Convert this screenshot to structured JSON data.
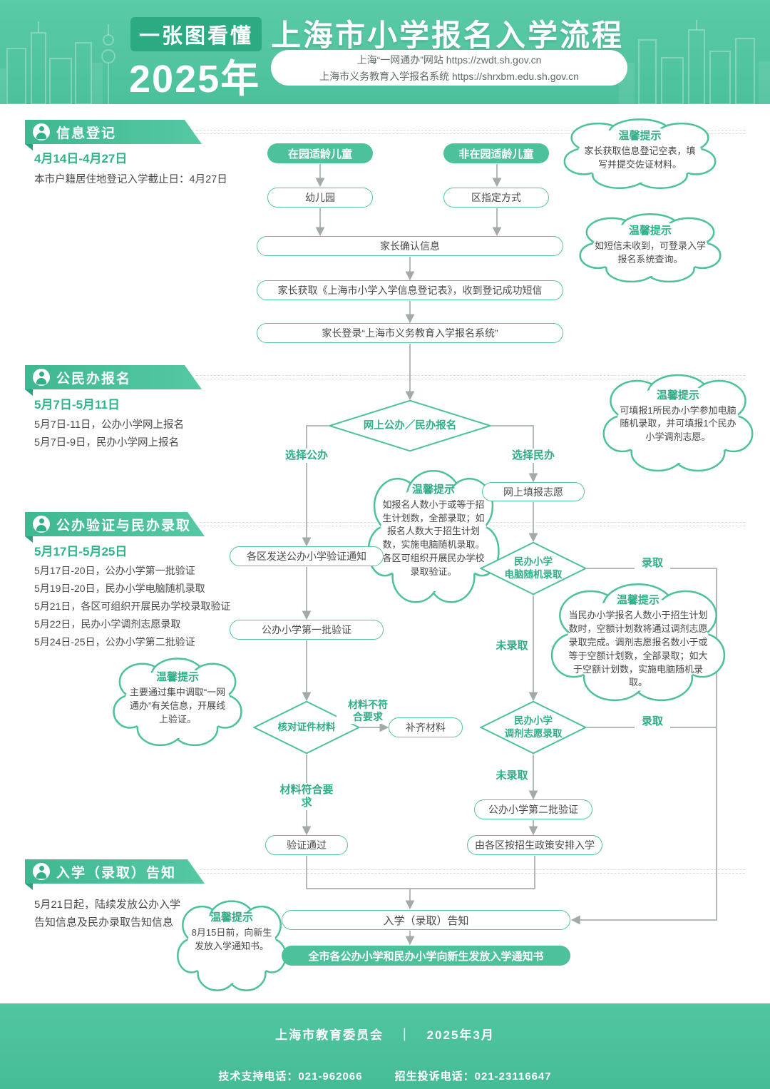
{
  "header": {
    "badge": "一张图看懂",
    "year": "2025年",
    "title": "上海市小学报名入学流程",
    "link1": "上海“一网通办”网站 https://zwdt.sh.gov.cn",
    "link2": "上海市义务教育入学报名系统 https://shrxbm.edu.sh.gov.cn"
  },
  "tip_label": "温馨提示",
  "s1": {
    "title": "信息登记",
    "date": "4月14日-4月27日",
    "note": "本市户籍居住地登记入学截止日：4月27日",
    "in_garden": "在园适龄儿童",
    "not_in_garden": "非在园适龄儿童",
    "kindergarten": "幼儿园",
    "district_way": "区指定方式",
    "confirm": "家长确认信息",
    "get_form": "家长获取《上海市小学入学信息登记表》，收到登记成功短信",
    "login": "家长登录“上海市义务教育入学报名系统”",
    "tip1": "家长获取信息登记空表，填写并提交佐证材料。",
    "tip2": "如短信未收到，可登录入学报名系统查询。"
  },
  "s2": {
    "title": "公民办报名",
    "date": "5月7日-5月11日",
    "note1": "5月7日-11日，公办小学网上报名",
    "note2": "5月7日-9日，民办小学网上报名",
    "diamond": "网上公办／民办报名",
    "choose_public": "选择公办",
    "choose_private": "选择民办",
    "fill": "网上填报志愿",
    "tip": "可填报1所民办小学参加电脑随机录取，并可填报1个民办小学调剂志愿。"
  },
  "s3": {
    "title": "公办验证与民办录取",
    "date": "5月17日-5月25日",
    "notes": [
      "5月17日-20日，公办小学第一批验证",
      "5月19日-20日，民办小学电脑随机录取",
      "5月21日，各区可组织开展民办学校录取验证",
      "5月22日，民办小学调剂志愿录取",
      "5月24日-25日，公办小学第二批验证"
    ],
    "send_notice": "各区发送公办小学验证通知",
    "first_batch": "公办小学第一批验证",
    "check": "核对证件材料",
    "fail_label": "材料不符\n合要求",
    "fix": "补齐材料",
    "pass_label": "材料符合要求",
    "verified": "验证通过",
    "random": "民办小学\n电脑随机录取",
    "transfer": "民办小学\n调剂志愿录取",
    "admitted": "录取",
    "not_admitted": "未录取",
    "second_batch": "公办小学第二批验证",
    "arrange": "由各区按招生政策安排入学",
    "tip_left": "主要通过集中调取“一网通办”有关信息，开展线上验证。",
    "tip_mid": "如报名人数小于或等于招生计划数，全部录取；如报名人数大于招生计划数，实施电脑随机录取。各区可组织开展民办学校录取验证。",
    "tip_right": "当民办小学报名人数小于招生计划数时，空额计划数将通过调剂志愿录取完成。调剂志愿报名数小于或等于空额计划数，全部录取；如大于空额计划数，实施电脑随机录取。"
  },
  "s4": {
    "title": "入学（录取）告知",
    "note": "5月21日起，陆续发放公办入学告知信息及民办录取告知信息",
    "tip": "8月15日前，向新生发放入学通知书。",
    "notice": "入学（录取）告知",
    "final": "全市各公办小学和民办小学向新生发放入学通知书"
  },
  "footer": {
    "org": "上海市教育委员会",
    "divider": "｜",
    "date": "2025年3月",
    "tech": "技术支持电话：021-962066",
    "complaint": "招生投诉电话：021-23116647"
  },
  "colors": {
    "primary": "#4cc19c",
    "green_text": "#2eb38a",
    "arrow_gray": "#b3bab6",
    "header_bg": "#52c6a2"
  }
}
